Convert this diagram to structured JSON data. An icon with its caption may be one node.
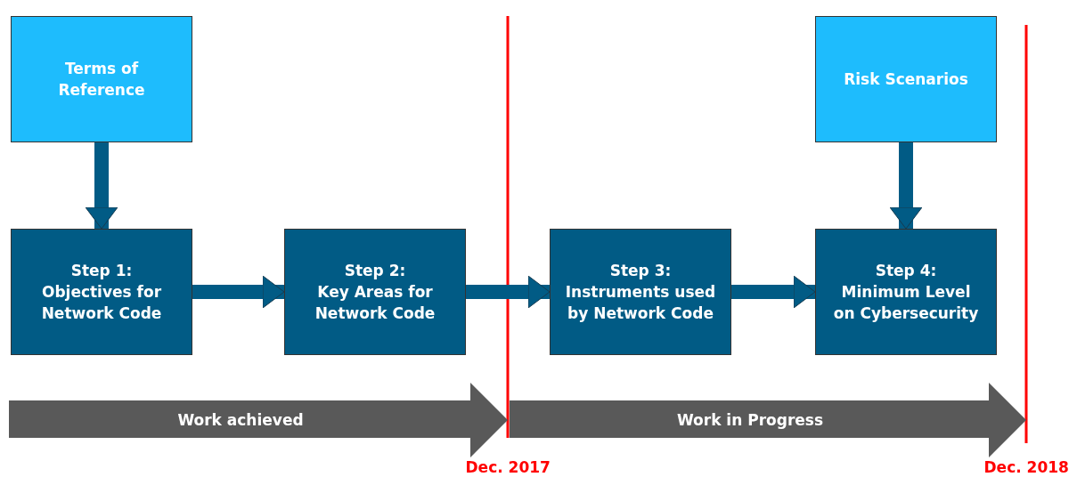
{
  "diagram": {
    "nodes": [
      {
        "text": [
          "Terms of Reference"
        ]
      },
      {
        "text": [
          "Risk Scenarios"
        ]
      },
      {
        "text": [
          "Step 1:",
          "Objectives for Network Code"
        ]
      },
      {
        "text": [
          "Step 2:",
          "Key Areas for Network Code"
        ]
      },
      {
        "text": [
          "Step 3:",
          "Instruments used by Network Code"
        ]
      },
      {
        "text": [
          "Step 4:",
          "Minimum Level on Cybersecurity"
        ]
      },
      {
        "text": [
          "Work achieved"
        ]
      },
      {
        "text": [
          "Work in Progress"
        ]
      }
    ],
    "edges": [
      {
        "from": 0,
        "to": 2,
        "arrow": "to"
      },
      {
        "from": 2,
        "to": 3,
        "arrow": "to"
      },
      {
        "from": 3,
        "to": 4,
        "arrow": "to"
      },
      {
        "from": 4,
        "to": 5,
        "arrow": "to"
      },
      {
        "from": 1,
        "to": 5,
        "arrow": "to"
      }
    ],
    "labels": [
      "Dec. 2017",
      "Dec. 2018"
    ]
  }
}
